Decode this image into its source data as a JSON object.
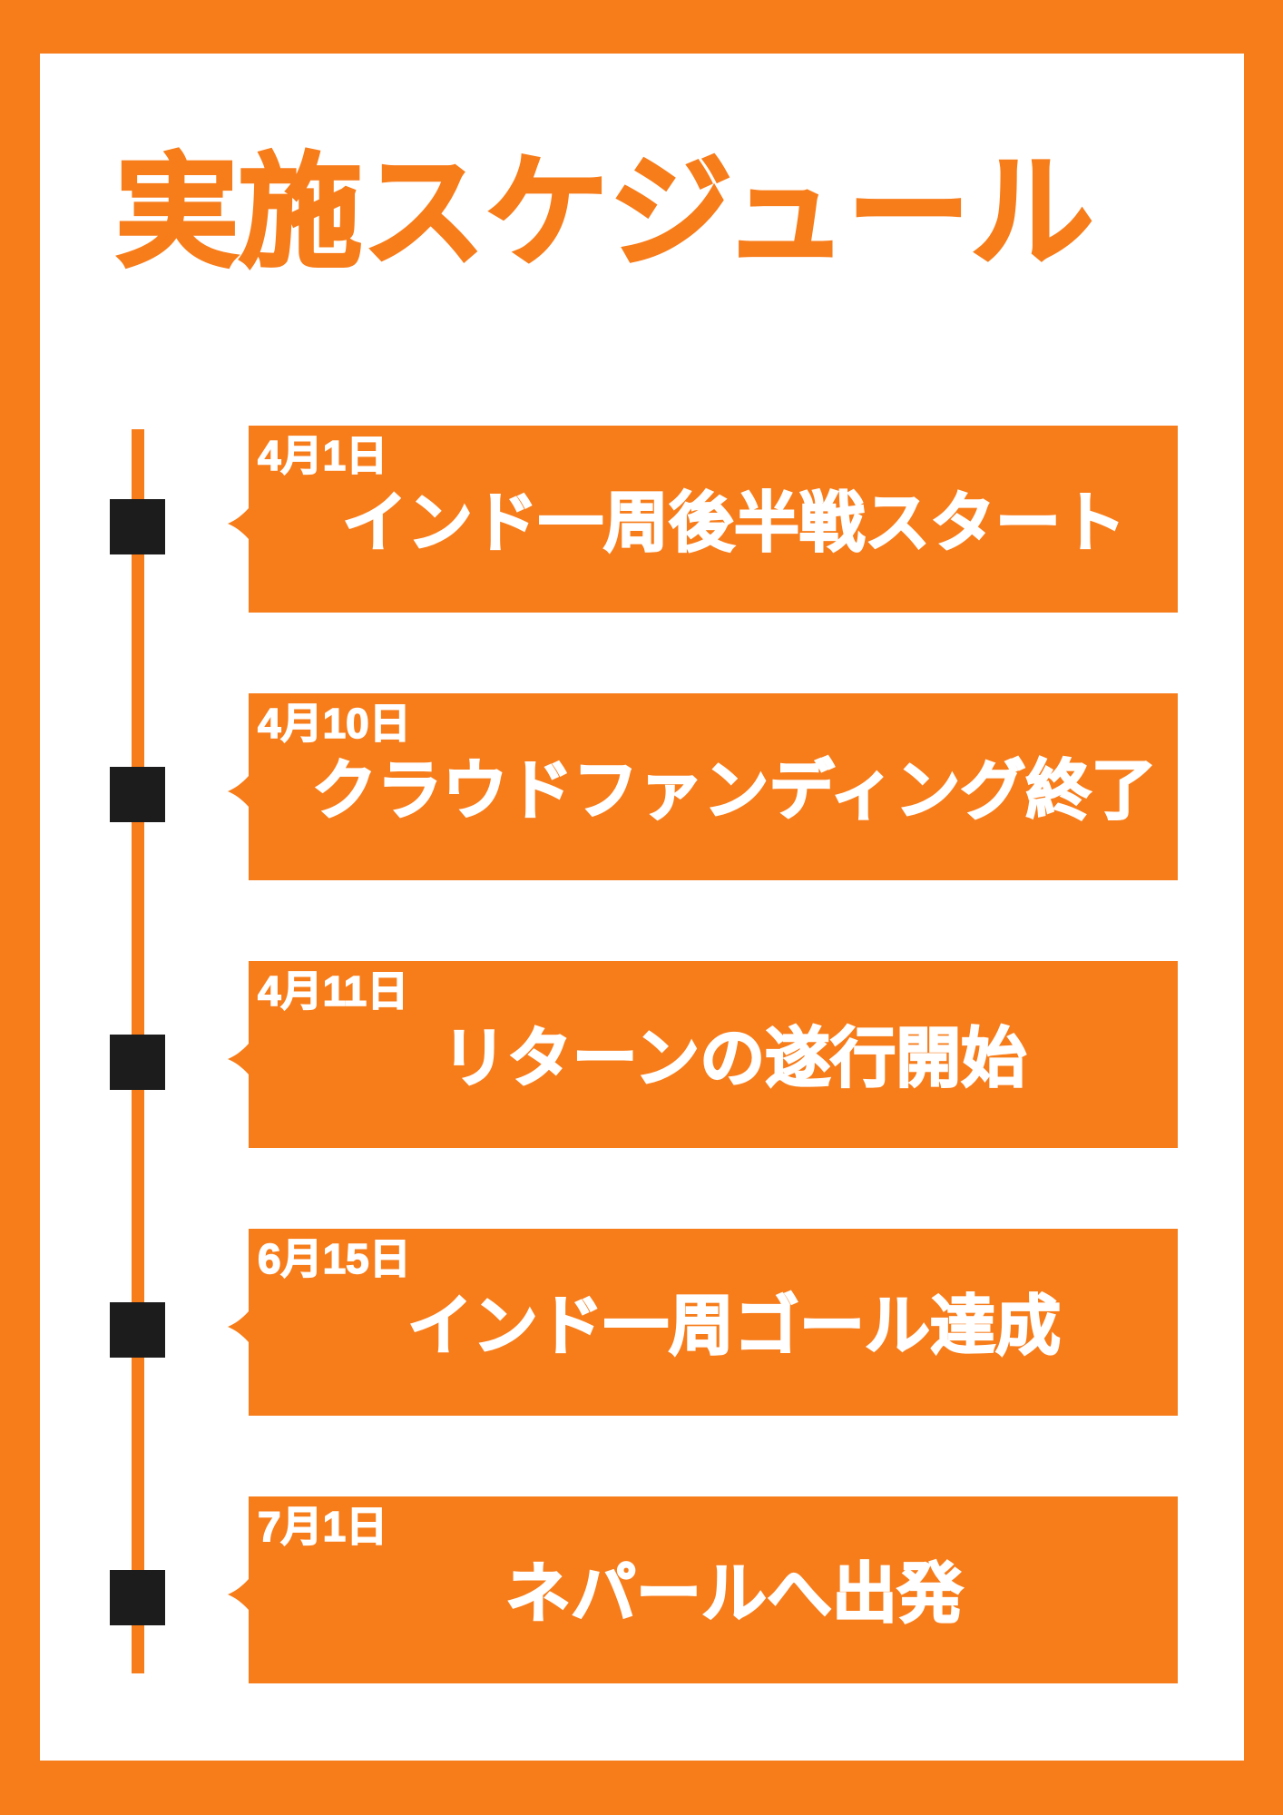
{
  "page": {
    "title": "実施スケジュール",
    "colors": {
      "orange": "#F77C1A",
      "black": "#1C1C1C",
      "white": "#FFFFFF"
    }
  },
  "timeline": {
    "items": [
      {
        "date": "4月1日",
        "label": "インド一周後半戦スタート"
      },
      {
        "date": "4月10日",
        "label": "クラウドファンディング終了"
      },
      {
        "date": "4月11日",
        "label": "リターンの遂行開始"
      },
      {
        "date": "6月15日",
        "label": "インド一周ゴール達成"
      },
      {
        "date": "7月1日",
        "label": "ネパールへ出発"
      }
    ]
  }
}
